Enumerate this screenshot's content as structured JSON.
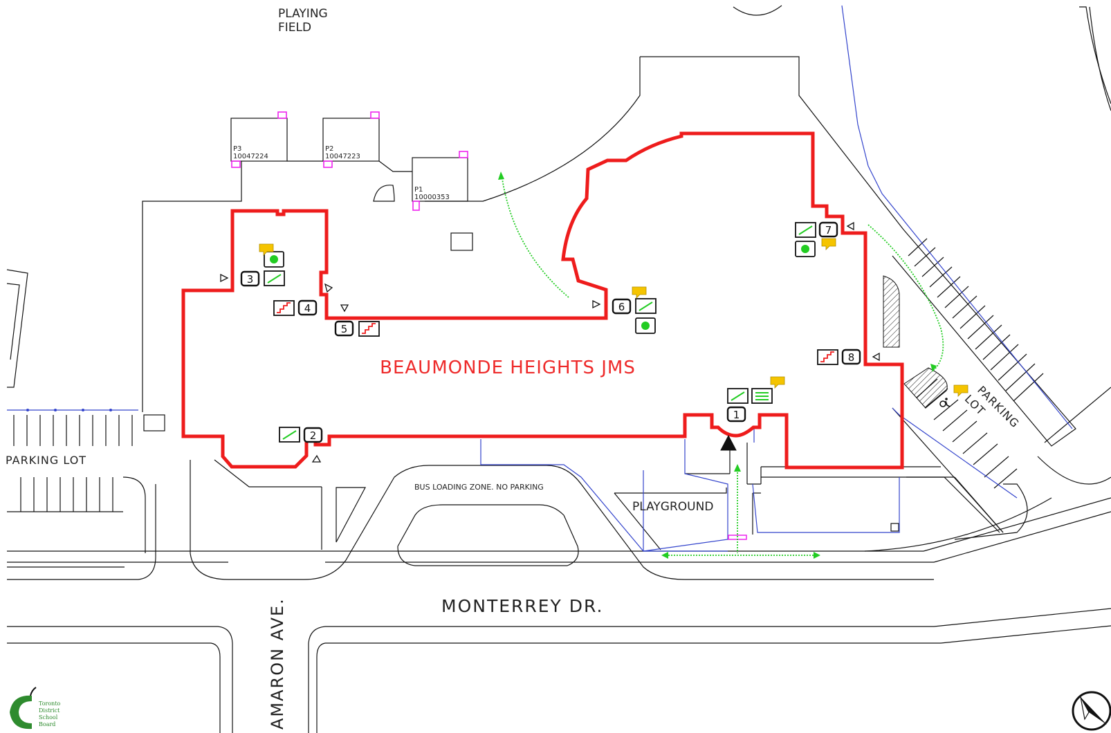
{
  "map": {
    "building_name": "BEAUMONDE HEIGHTS JMS",
    "labels": {
      "playing_field_line1": "PLAYING",
      "playing_field_line2": "FIELD",
      "parking_lot_west": "PARKING LOT",
      "parking_lot_east_line1": "PARKING",
      "parking_lot_east_line2": "LOT",
      "bus_zone": "BUS LOADING ZONE. NO PARKING",
      "playground": "PLAYGROUND",
      "street_main": "MONTERREY DR.",
      "street_cross": "AMARON AVE."
    },
    "portables": [
      {
        "name": "P3",
        "id": "10047224"
      },
      {
        "name": "P2",
        "id": "10047223"
      },
      {
        "name": "P1",
        "id": "10000353"
      }
    ],
    "doors": [
      "1",
      "2",
      "3",
      "4",
      "5",
      "6",
      "7",
      "8"
    ],
    "logo": {
      "line1": "Toronto",
      "line2": "District",
      "line3": "School",
      "line4": "Board"
    },
    "colors": {
      "building_outline": "#ee1c1c",
      "building_label": "#ee2a2a",
      "fence": "#3344cc",
      "route": "#22cc22",
      "portable_door": "#ee22ee",
      "speech_icon": "#f5c400",
      "logo": "#2e8b2e"
    }
  }
}
